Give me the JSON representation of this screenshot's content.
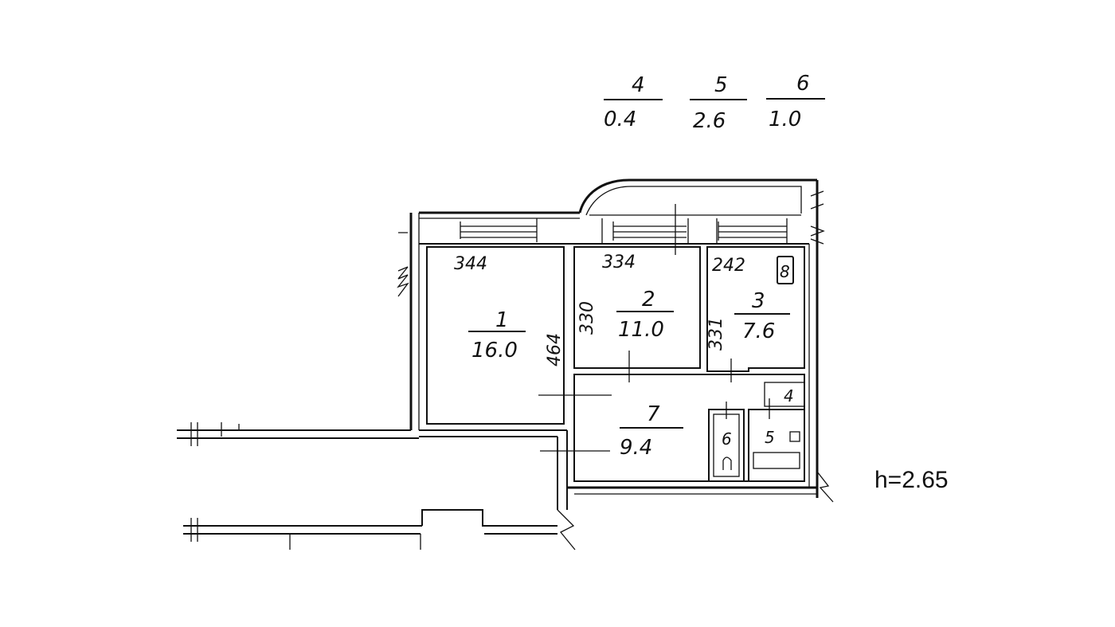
{
  "legend": [
    {
      "num": "4",
      "area": "0.4"
    },
    {
      "num": "5",
      "area": "2.6"
    },
    {
      "num": "6",
      "area": "1.0"
    }
  ],
  "rooms": [
    {
      "num": "1",
      "area": "16.0",
      "width": "344",
      "depth": "464"
    },
    {
      "num": "2",
      "area": "11.0",
      "width": "334",
      "depth": "330"
    },
    {
      "num": "3",
      "area": "7.6",
      "width": "242",
      "depth": "331"
    },
    {
      "num": "7",
      "area": "9.4"
    }
  ],
  "small_rooms": {
    "wc": "6",
    "bath": "5",
    "closet": "4"
  },
  "stove_symbol": "8",
  "ceiling_height": "h=2.65"
}
